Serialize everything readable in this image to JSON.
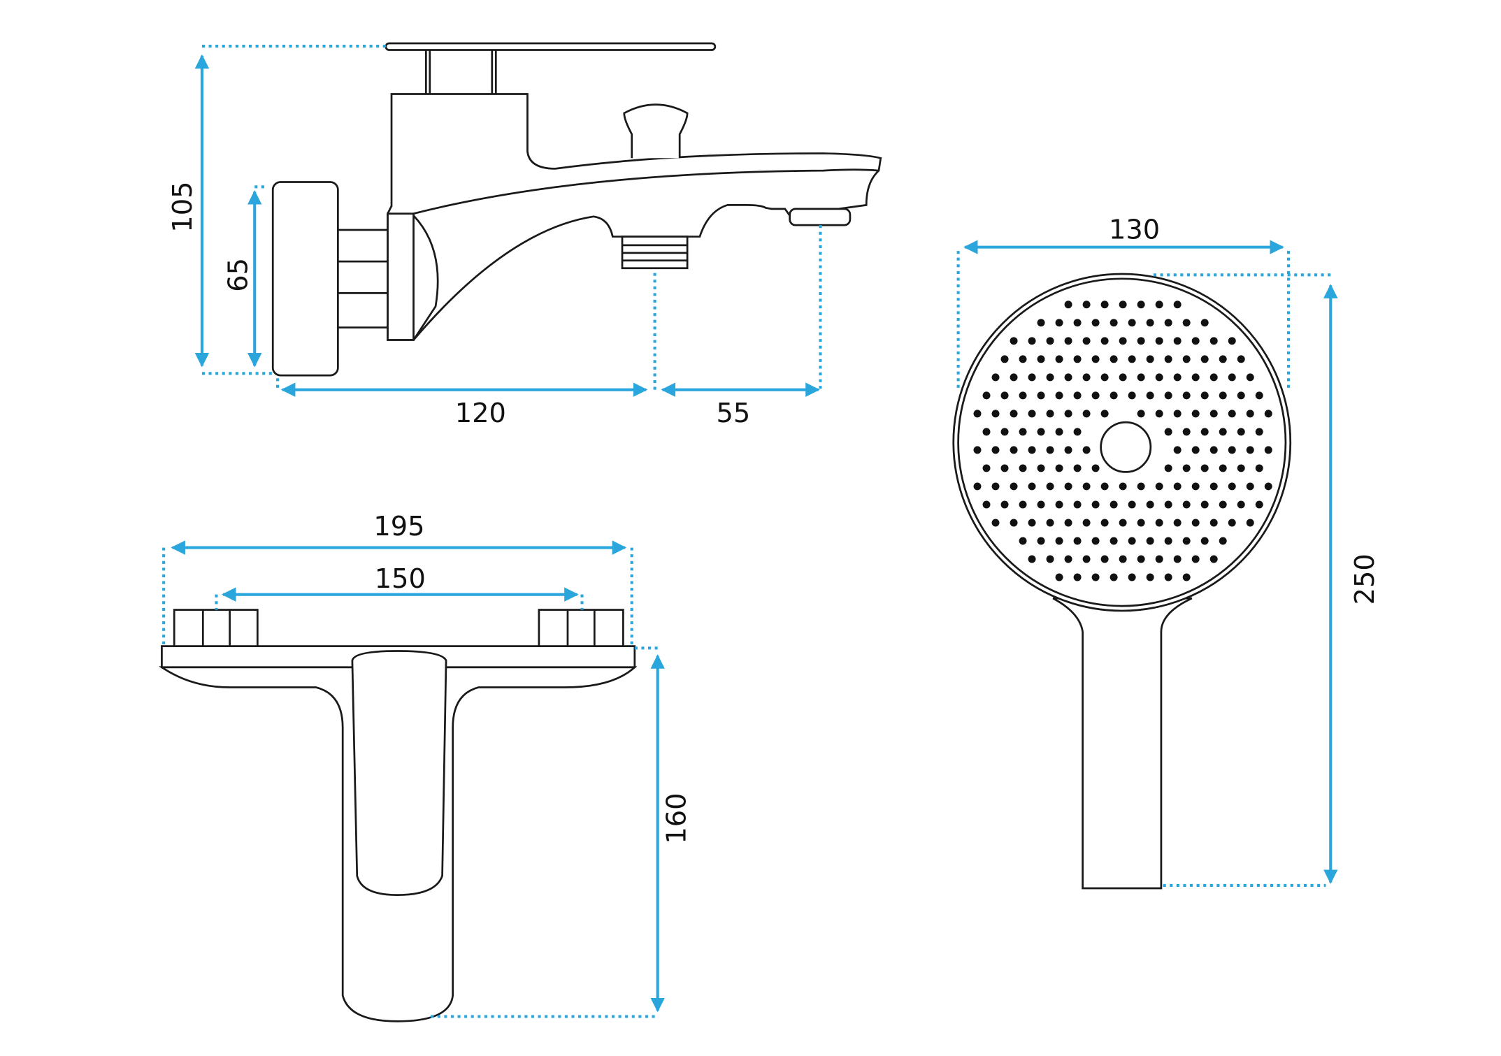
{
  "colors": {
    "dimension": "#2aa6dd",
    "outline": "#1a1a1a",
    "background": "#ffffff"
  },
  "side_view": {
    "height_total": "105",
    "wall_plate_height": "65",
    "depth_to_outlet": "120",
    "outlet_to_spout": "55"
  },
  "top_view": {
    "total_width": "195",
    "connection_spacing": "150",
    "projection": "160"
  },
  "hand_shower": {
    "head_diameter": "130",
    "total_length": "250"
  }
}
